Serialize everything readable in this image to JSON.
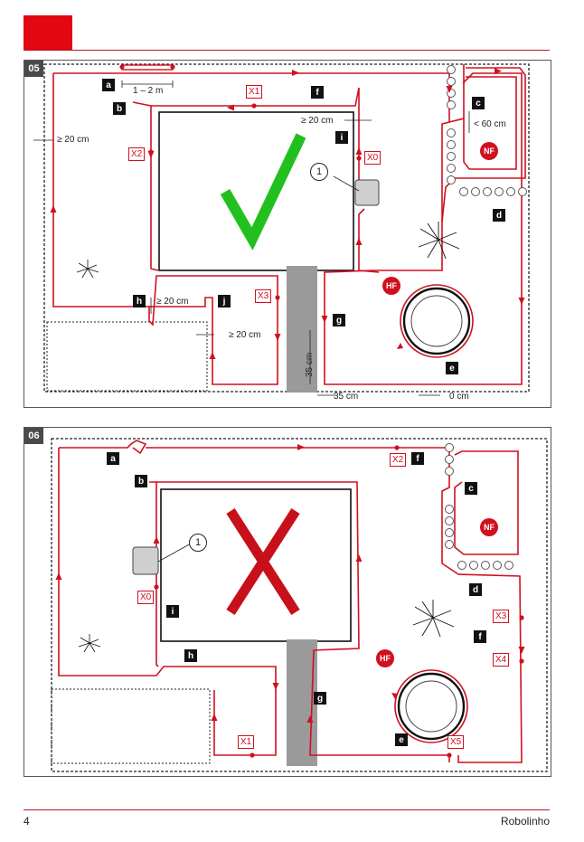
{
  "colors": {
    "accent": "#e30613",
    "wire": "#d0101f",
    "check": "#22c01e",
    "cross": "#c8101b"
  },
  "footer": {
    "page_number": "4",
    "brand": "Robolinho"
  },
  "figure05": {
    "number": "05",
    "verdict_icon": "green-checkmark",
    "labels": {
      "a": "a",
      "b": "b",
      "c": "c",
      "d": "d",
      "f": "f",
      "g": "g",
      "h": "h",
      "i": "i",
      "j": "j",
      "e": "e"
    },
    "guide_wires": {
      "x0": "X0",
      "x1": "X1",
      "x2": "X2",
      "x3": "X3"
    },
    "markers": {
      "hf": "HF",
      "nf": "NF"
    },
    "callout": "1",
    "dimensions": {
      "a_span": "1 – 2 m",
      "left_gap": "≥ 20 cm",
      "house_gap": "≥ 20 cm",
      "c_gap": "< 60 cm",
      "h_gap": "≥ 20 cm",
      "j_gap": "≥ 20 cm",
      "path_vertical": "35 cm",
      "path_horizontal": "35 cm",
      "pool_gap": "0 cm"
    }
  },
  "figure06": {
    "number": "06",
    "verdict_icon": "red-cross",
    "labels": {
      "a": "a",
      "b": "b",
      "c": "c",
      "d": "d",
      "f": "f",
      "f2": "f",
      "g": "g",
      "h": "h",
      "i": "i",
      "e": "e"
    },
    "guide_wires": {
      "x0": "X0",
      "x1": "X1",
      "x2": "X2",
      "x3": "X3",
      "x4": "X4",
      "x5": "X5"
    },
    "markers": {
      "hf": "HF",
      "nf": "NF"
    },
    "callout": "1"
  }
}
